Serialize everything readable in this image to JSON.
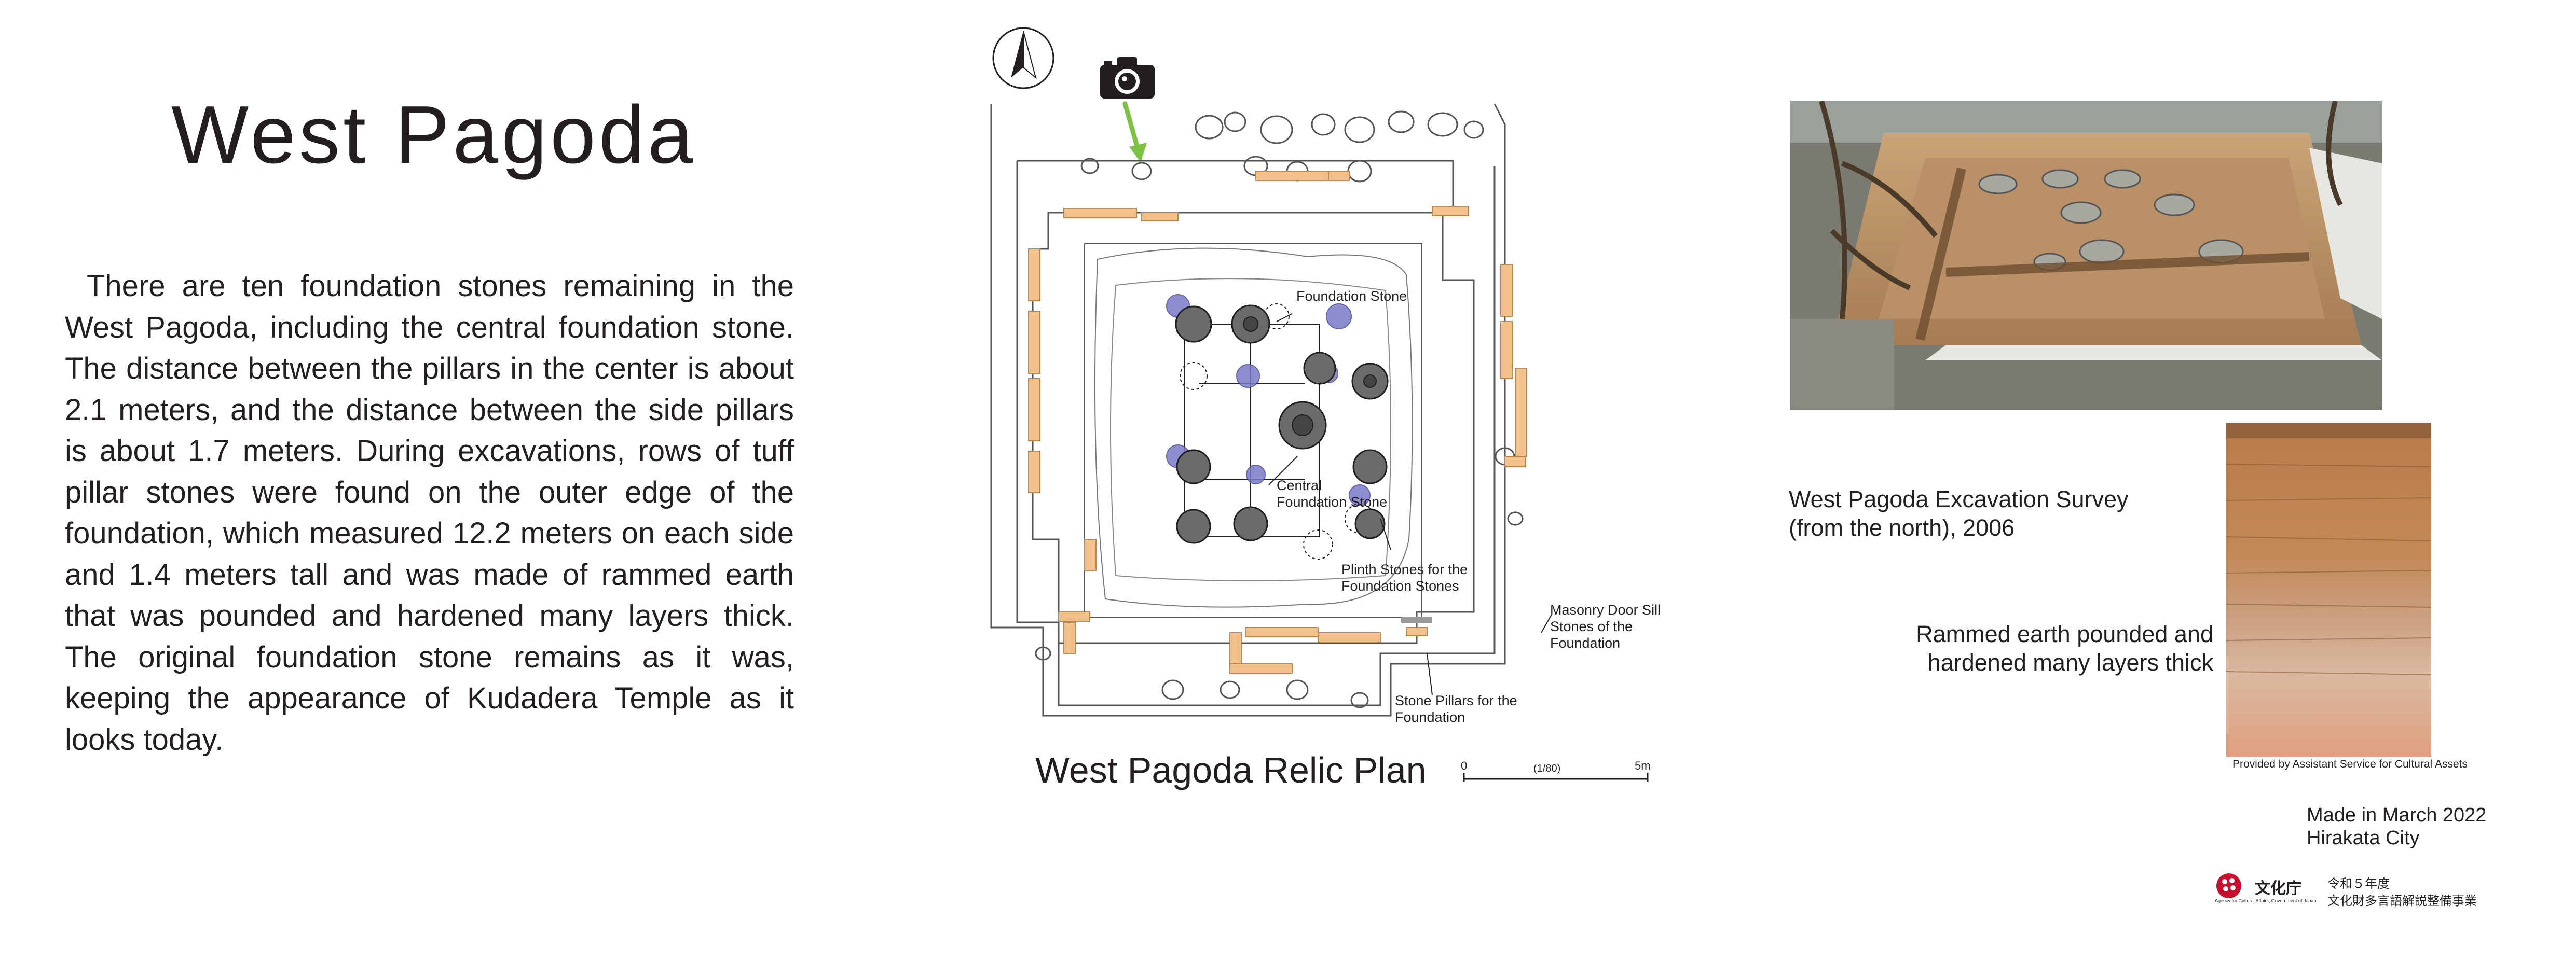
{
  "title": "West Pagoda",
  "body_text": "There are ten foundation stones remaining in the West Pagoda, including the central foundation stone. The distance between the pillars in the center is about 2.1 meters, and the distance between the side pillars is about 1.7 meters. During excavations, rows of tuff pillar stones were found on the outer edge of the foundation, which measured 12.2 meters on each side and 1.4 meters tall and was made of rammed earth that was pounded and hardened many layers thick. The original foundation stone remains as it was, keeping the appearance of Kudadera Temple as it looks today.",
  "plan": {
    "title": "West Pagoda Relic Plan",
    "labels": {
      "foundation_stone": "Foundation Stone",
      "central_1": "Central",
      "central_2": "Foundation Stone",
      "plinth_1": "Plinth Stones for the",
      "plinth_2": "Foundation Stones",
      "masonry_1": "Masonry Door Sill",
      "masonry_2": "Stones of the",
      "masonry_3": "Foundation",
      "pillars_1": "Stone Pillars for the",
      "pillars_2": "Foundation"
    },
    "scale": {
      "start": "0",
      "ratio": "(1/80)",
      "end": "5m"
    },
    "accent_color": "#f2c08a",
    "stone_color": "#6b6b6b",
    "plinth_color": "#5a5aa8",
    "arrow_color": "#7dc243"
  },
  "photos": {
    "excavation_caption_1": "West Pagoda Excavation Survey",
    "excavation_caption_2": "(from the north), 2006",
    "earth_caption_1": "Rammed earth pounded and",
    "earth_caption_2": "hardened many layers thick",
    "credit": "Provided by Assistant Service for Cultural Assets"
  },
  "footer": {
    "made_1": "Made in March 2022",
    "made_2": "Hirakata City",
    "agency_logo_text": "文化庁",
    "agency_sub": "Agency for Cultural Affairs, Government of Japan",
    "project_1": "令和５年度",
    "project_2": "文化財多言語解説整備事業"
  },
  "icons": [
    "north-arrow-icon",
    "camera-icon",
    "direction-arrow-icon"
  ]
}
